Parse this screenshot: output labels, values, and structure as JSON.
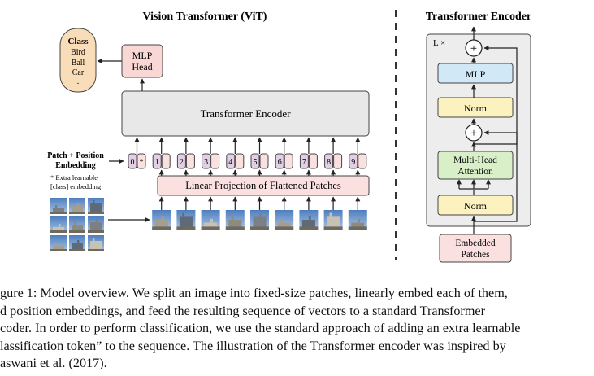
{
  "left_panel": {
    "title": "Vision Transformer (ViT)",
    "class_box": {
      "title": "Class",
      "items": [
        "Bird",
        "Ball",
        "Car",
        "..."
      ]
    },
    "mlp_head": [
      "MLP",
      "Head"
    ],
    "encoder_label": "Transformer Encoder",
    "patch_pos_label": [
      "Patch + Position",
      "Embedding"
    ],
    "extra_learnable": [
      "* Extra learnable",
      "[class] embedding"
    ],
    "class_token_label": "0*",
    "position_labels": [
      "1",
      "2",
      "3",
      "4",
      "5",
      "6",
      "7",
      "8",
      "9"
    ],
    "projection_label": "Linear Projection of Flattened Patches"
  },
  "right_panel": {
    "title": "Transformer Encoder",
    "repeat_label": "L ×",
    "add_symbol": "+",
    "mlp": "MLP",
    "norm": "Norm",
    "attention": [
      "Multi-Head",
      "Attention"
    ],
    "embedded_patches": [
      "Embedded",
      "Patches"
    ]
  },
  "colors": {
    "class_fill": "#f9dcb8",
    "mlp_head_fill": "#f8d7d5",
    "encoder_fill": "#e8e8e8",
    "token_fill": "#e2cfe6",
    "projection_fill": "#fbe0e0",
    "mlp_fill": "#d1e8f7",
    "norm_fill": "#fcf2c0",
    "attention_fill": "#d8efc8",
    "embedded_fill": "#fbe0e0",
    "panel_fill": "#ededed",
    "stroke": "#444444"
  },
  "caption_lines": [
    "gure 1: Model overview. We split an image into fixed-size patches, linearly embed each of them,",
    "d position embeddings, and feed the resulting sequence of vectors to a standard Transformer",
    "coder. In order to perform classification, we use the standard approach of adding an extra learnable",
    "lassification token” to the sequence. The illustration of the Transformer encoder was inspired by",
    "aswani et al. (2017)."
  ]
}
